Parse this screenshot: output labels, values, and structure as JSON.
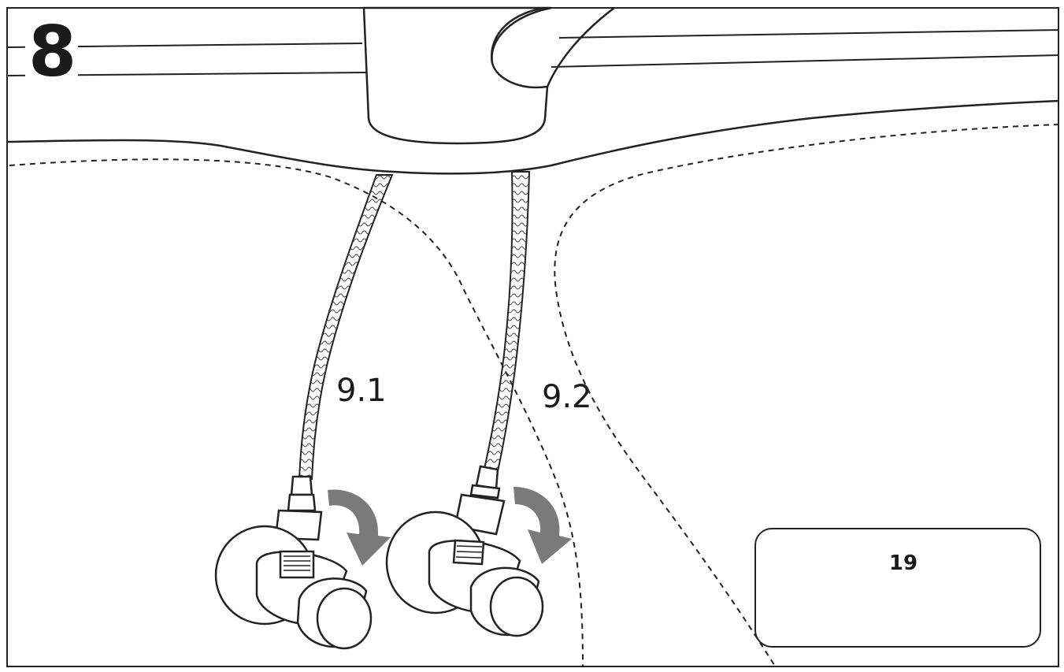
{
  "step": {
    "number": "8"
  },
  "hoses": [
    {
      "label": "9.1"
    },
    {
      "label": "9.2"
    }
  ],
  "tool": {
    "size": "19",
    "icon": "combination-wrench-icon"
  },
  "colors": {
    "line": "#222222",
    "arrow": "#7a7a7a",
    "background": "#ffffff"
  }
}
